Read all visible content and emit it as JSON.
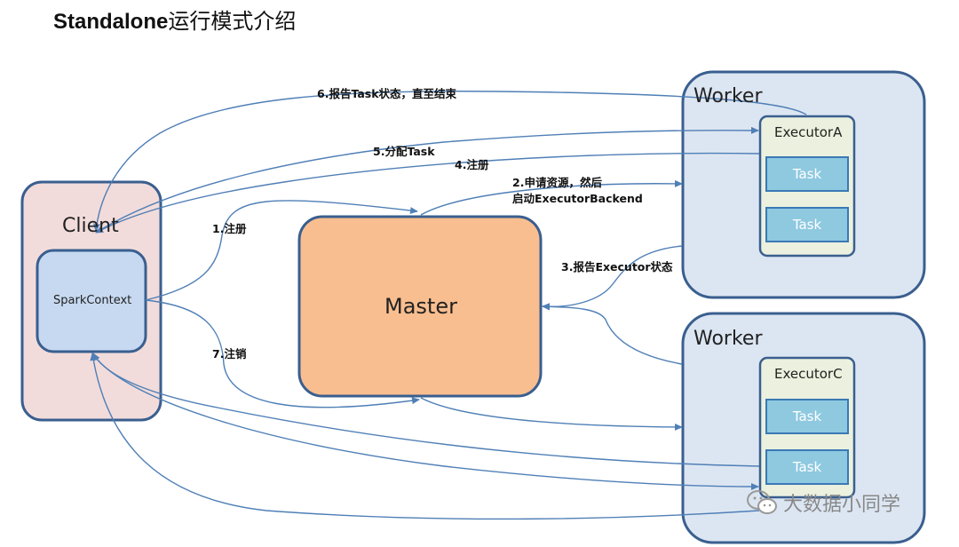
{
  "title": {
    "bold": "Standalone",
    "rest": "运行模式介绍"
  },
  "nodes": {
    "client": "Client",
    "spark_context": "SparkContext",
    "master": "Master",
    "worker_top": "Worker",
    "worker_bottom": "Worker",
    "executor_a": "ExecutorA",
    "executor_c": "ExecutorC",
    "task": "Task"
  },
  "edges": {
    "e1": "1.注册",
    "e2_line1": "2.申请资源，然后",
    "e2_line2": "启动ExecutorBackend",
    "e3": "3.报告Executor状态",
    "e4": "4.注册",
    "e5": "5.分配Task",
    "e6": "6.报告Task状态，直至结束",
    "e7": "7.注销"
  },
  "watermark": "大数据小同学",
  "colors": {
    "client_fill": "#f2dcdb",
    "context_fill": "#c6d9f1",
    "node_border": "#3a5f8f",
    "master_fill": "#f9be8f",
    "worker_fill": "#dce6f2",
    "executor_fill": "#ebf1de",
    "task_fill": "#8ec9e0",
    "arrow": "#4f7fb6"
  }
}
